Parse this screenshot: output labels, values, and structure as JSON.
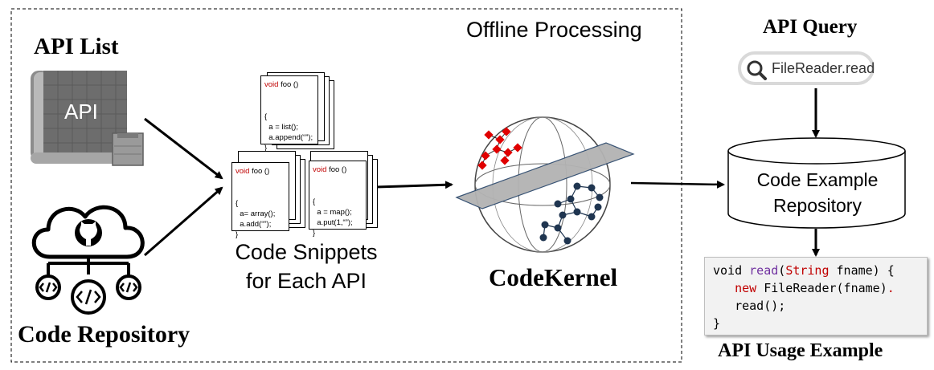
{
  "offline_label": "Offline Processing",
  "api_list": {
    "title": "API List",
    "book_label": "API"
  },
  "code_repository": {
    "title": "Code Repository"
  },
  "snippets": {
    "caption_line1": "Code Snippets",
    "caption_line2": "for Each API",
    "cards": [
      {
        "kw": "void",
        "sig": " foo ()",
        "lines": [
          "{",
          "  a = list();",
          "  a.append(“”);",
          "}"
        ]
      },
      {
        "kw": "void",
        "sig": " foo ()",
        "lines": [
          "{",
          "  a= array();",
          "  a.add(“”);",
          "}"
        ]
      },
      {
        "kw": "void",
        "sig": " foo ()",
        "lines": [
          "{",
          "  a = map();",
          "  a.put(1,“”);",
          "}"
        ]
      }
    ]
  },
  "codekernel": {
    "title": "CodeKernel"
  },
  "api_query": {
    "title": "API Query",
    "search_value": "FileReader.read"
  },
  "repository_db": {
    "line1": "Code Example",
    "line2": "Repository"
  },
  "usage_example": {
    "title": "API Usage Example",
    "code": [
      [
        {
          "t": "void ",
          "c": "#000000"
        },
        {
          "t": "read",
          "c": "#7030a0"
        },
        {
          "t": "(",
          "c": "#000000"
        },
        {
          "t": "String",
          "c": "#c00000"
        },
        {
          "t": " fname) {",
          "c": "#000000"
        }
      ],
      [
        {
          "t": "   ",
          "c": "#000000"
        },
        {
          "t": "new",
          "c": "#c00000"
        },
        {
          "t": " FileReader(fname)",
          "c": "#000000"
        },
        {
          "t": ".",
          "c": "#c00000"
        }
      ],
      [
        {
          "t": "   read();",
          "c": "#000000"
        }
      ],
      [
        {
          "t": "}",
          "c": "#000000"
        }
      ]
    ]
  }
}
